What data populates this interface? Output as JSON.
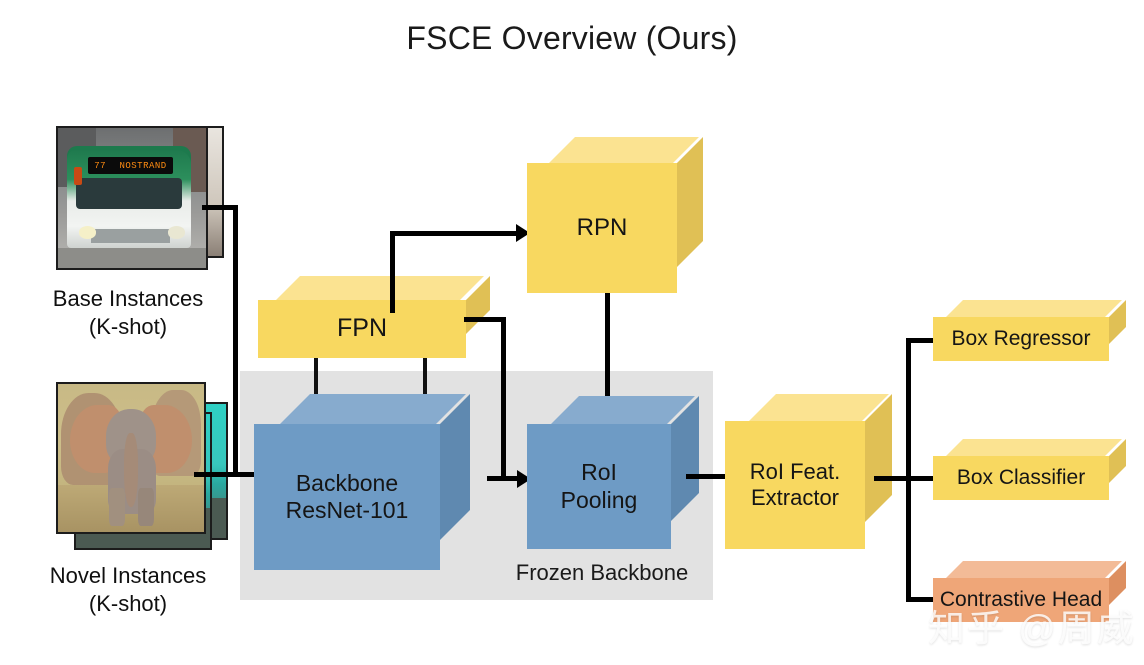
{
  "title": "FSCE Overview (Ours)",
  "inputs": [
    {
      "name": "base-instances",
      "caption_line1": "Base Instances",
      "caption_line2": "(K-shot)",
      "image_subject": "bus-photo",
      "bus_sign_route": "77",
      "bus_sign_dest": "NOSTRAND"
    },
    {
      "name": "novel-instances",
      "caption_line1": "Novel Instances",
      "caption_line2": "(K-shot)",
      "image_subject": "elephant-photo"
    }
  ],
  "blocks": {
    "fpn": {
      "label": "FPN",
      "color": "#f8d860",
      "shape": "slab"
    },
    "rpn": {
      "label": "RPN",
      "color": "#f8d860",
      "shape": "cube"
    },
    "backbone": {
      "label_line1": "Backbone",
      "label_line2": "ResNet-101",
      "color": "#6e9bc5",
      "shape": "cube"
    },
    "roi_pooling": {
      "label_line1": "RoI",
      "label_line2": "Pooling",
      "color": "#6e9bc5",
      "shape": "cube"
    },
    "roi_feat_extractor": {
      "label_line1": "RoI Feat.",
      "label_line2": "Extractor",
      "color": "#f8d860",
      "shape": "cube"
    },
    "box_regressor": {
      "label": "Box Regressor",
      "color": "#f8d860",
      "shape": "slab"
    },
    "box_classifier": {
      "label": "Box Classifier",
      "color": "#f8d860",
      "shape": "slab"
    },
    "contrastive_head": {
      "label": "Contrastive Head",
      "color": "#efa678",
      "shape": "slab"
    }
  },
  "frozen_region": {
    "label": "Frozen Backbone",
    "color": "#e2e2e2"
  },
  "watermark": {
    "text": "知乎 @周威"
  },
  "palette": {
    "yellow_front": "#f8d860",
    "yellow_top": "#fbe391",
    "yellow_side": "#e0c055",
    "blue_front": "#6e9bc5",
    "blue_top": "#87abce",
    "blue_side": "#5f89b0",
    "salmon_front": "#efa678",
    "gray_panel": "#e2e2e2",
    "line": "#000000",
    "background": "#ffffff"
  }
}
